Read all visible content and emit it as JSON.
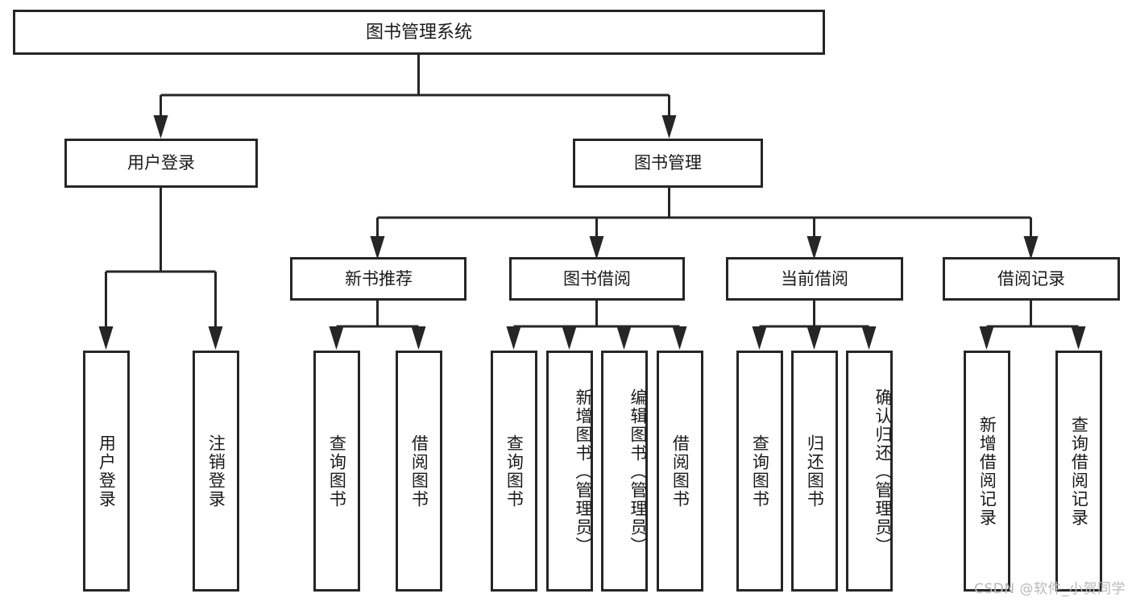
{
  "diagram": {
    "type": "hierarchy-tree",
    "title": "图书管理系统",
    "watermark": "CSDN @软件_小贺同学",
    "colors": {
      "background": "#ffffff",
      "box_fill": "#ffffff",
      "box_stroke": "#262626",
      "connector": "#262626",
      "text": "#1a1a1a",
      "watermark": "#b8b8b8"
    },
    "levels": [
      {
        "level": 1,
        "nodes": [
          {
            "id": "root",
            "label": "图书管理系统",
            "orientation": "horizontal"
          }
        ]
      },
      {
        "level": 2,
        "nodes": [
          {
            "id": "login",
            "label": "用户登录",
            "orientation": "horizontal",
            "parent": "root"
          },
          {
            "id": "bookmgmt",
            "label": "图书管理",
            "orientation": "horizontal",
            "parent": "root"
          }
        ]
      },
      {
        "level": 3,
        "nodes": [
          {
            "id": "newbook",
            "label": "新书推荐",
            "orientation": "horizontal",
            "parent": "bookmgmt"
          },
          {
            "id": "borrow",
            "label": "图书借阅",
            "orientation": "horizontal",
            "parent": "bookmgmt"
          },
          {
            "id": "current",
            "label": "当前借阅",
            "orientation": "horizontal",
            "parent": "bookmgmt"
          },
          {
            "id": "records",
            "label": "借阅记录",
            "orientation": "horizontal",
            "parent": "bookmgmt"
          }
        ]
      },
      {
        "level": 4,
        "nodes": [
          {
            "id": "leaf-1",
            "label": "用户登录",
            "orientation": "vertical",
            "parent": "login"
          },
          {
            "id": "leaf-2",
            "label": "注销登录",
            "orientation": "vertical",
            "parent": "login"
          },
          {
            "id": "leaf-3",
            "label": "查询图书",
            "orientation": "vertical",
            "parent": "newbook"
          },
          {
            "id": "leaf-4",
            "label": "借阅图书",
            "orientation": "vertical",
            "parent": "newbook"
          },
          {
            "id": "leaf-5",
            "label": "查询图书",
            "orientation": "vertical",
            "parent": "borrow"
          },
          {
            "id": "leaf-6",
            "label": "新增图书（管理员）",
            "orientation": "vertical",
            "parent": "borrow"
          },
          {
            "id": "leaf-7",
            "label": "编辑图书（管理员）",
            "orientation": "vertical",
            "parent": "borrow"
          },
          {
            "id": "leaf-8",
            "label": "借阅图书",
            "orientation": "vertical",
            "parent": "borrow"
          },
          {
            "id": "leaf-9",
            "label": "查询图书",
            "orientation": "vertical",
            "parent": "current"
          },
          {
            "id": "leaf-10",
            "label": "归还图书",
            "orientation": "vertical",
            "parent": "current"
          },
          {
            "id": "leaf-11",
            "label": "确认归还（管理员）",
            "orientation": "vertical",
            "parent": "current"
          },
          {
            "id": "leaf-12",
            "label": "新增借阅记录",
            "orientation": "vertical",
            "parent": "records"
          },
          {
            "id": "leaf-13",
            "label": "查询借阅记录",
            "orientation": "vertical",
            "parent": "records"
          }
        ]
      }
    ],
    "labels": {
      "root": "图书管理系统",
      "login": "用户登录",
      "bookmgmt": "图书管理",
      "newbook": "新书推荐",
      "borrow": "图书借阅",
      "current": "当前借阅",
      "records": "借阅记录",
      "leaf1": "用户登录",
      "leaf2": "注销登录",
      "leaf3": "查询图书",
      "leaf4": "借阅图书",
      "leaf5": "查询图书",
      "leaf6": "新增图书（管理员）",
      "leaf7": "编辑图书（管理员）",
      "leaf8": "借阅图书",
      "leaf9": "查询图书",
      "leaf10": "归还图书",
      "leaf11": "确认归还（管理员）",
      "leaf12": "新增借阅记录",
      "leaf13": "查询借阅记录"
    }
  }
}
